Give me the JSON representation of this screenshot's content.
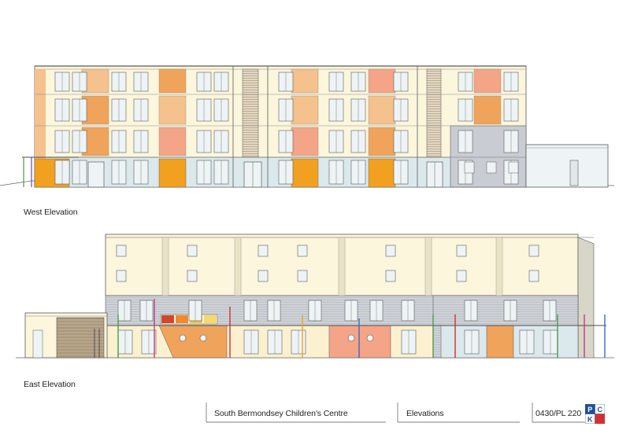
{
  "elevations": {
    "west_label": "West Elevation",
    "east_label": "East Elevation"
  },
  "title_block": {
    "project": "South Bermondsey Children's Centre",
    "sheet_title": "Elevations",
    "drawing_number": "0430/PL 220",
    "logo_letters": [
      "P",
      "C",
      "K"
    ]
  },
  "colors": {
    "cream": "#fbf6dc",
    "peach": "#f5c18c",
    "orange": "#f0a35a",
    "salmon": "#f4a487",
    "amber": "#f2a01f",
    "glass": "#dbe8ec",
    "cladding": "#c9ccd2",
    "window": "#eef4f6",
    "frame": "#5a5a5a",
    "logo_blue": "#1f4f9a",
    "logo_red": "#d23030"
  }
}
